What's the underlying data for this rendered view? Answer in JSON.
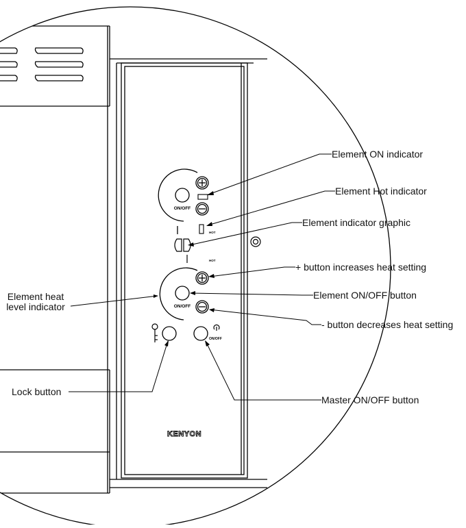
{
  "brand": "KENYON",
  "button_text": {
    "on_off": "ON/OFF",
    "hot": "HOT"
  },
  "callouts": {
    "element_on_indicator": "Element ON indicator",
    "element_hot_indicator": "Element Hot indicator",
    "element_indicator_graphic": "Element indicator graphic",
    "plus_button": "+ button increases heat setting",
    "element_onoff_button": "Element ON/OFF button",
    "minus_button": "- button decreases heat setting",
    "master_onoff_button": "Master ON/OFF button",
    "heat_level_line1": "Element heat",
    "heat_level_line2": "level indicator",
    "lock_button": "Lock button"
  }
}
